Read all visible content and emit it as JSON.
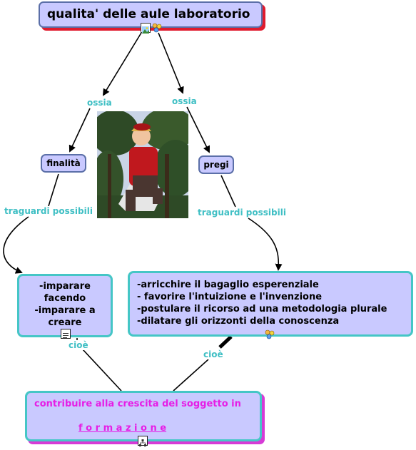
{
  "nodes": {
    "title": "qualita' delle aule laboratorio",
    "finalita": "finalità",
    "pregi": "pregi",
    "imparare": [
      "-imparare",
      "facendo",
      " -imparare a",
      "creare"
    ],
    "arricchire": [
      "-arricchire il bagaglio esperenziale",
      "- favorire l'intuizione e l'invenzione",
      "-postulare il ricorso ad una metodologia plurale",
      "-dilatare gli orizzonti della conoscenza"
    ],
    "contribuire": "contribuire alla crescita del soggetto in",
    "formazione": "f o r m a z i o n e"
  },
  "links": {
    "ossia_left": "ossia",
    "ossia_right": "ossia",
    "traguardi_left": "traguardi possibili",
    "traguardi_right": "traguardi possibili",
    "cioe_left": "cioè",
    "cioe_right": "cioè"
  },
  "colors": {
    "node_fill": "#c9c9ff",
    "link_label": "#3fbfc4",
    "teal_border": "#45c6c6",
    "shadow_red": "#e01b2e",
    "shadow_magenta": "#d63bd6",
    "magenta_text": "#e61ee6"
  },
  "icons": [
    "image-icon",
    "concept-map-icon",
    "document-icon",
    "sitemap-icon"
  ]
}
